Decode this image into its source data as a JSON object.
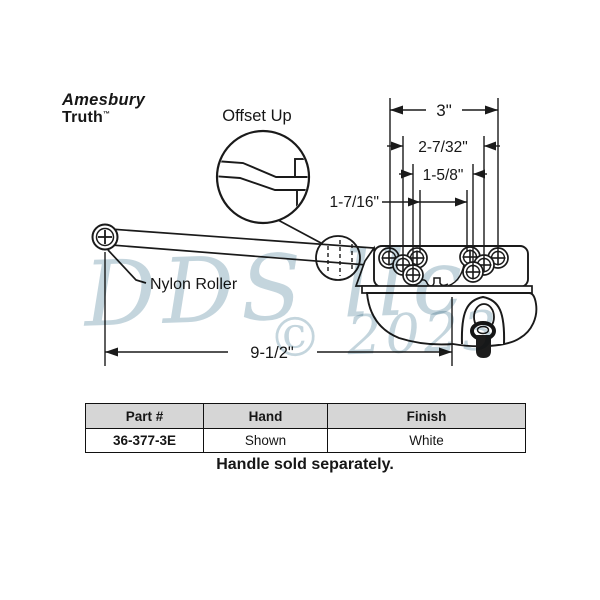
{
  "brand": {
    "name_line1": "Amesbury",
    "name_line2": "Truth",
    "trademark": "™"
  },
  "detail_callout": {
    "title": "Offset Up"
  },
  "labels": {
    "nylon_roller": "Nylon Roller"
  },
  "dimensions": {
    "width_3in": "3\"",
    "width_2_7_32": "2-7/32\"",
    "width_1_5_8": "1-5/8\"",
    "width_1_7_16": "1-7/16\"",
    "length_9_1_2": "9-1/2\""
  },
  "watermark": {
    "text1": "DDS llc",
    "text2": "© 2023",
    "color": "#94b2c1"
  },
  "table": {
    "headers": [
      "Part #",
      "Hand",
      "Finish"
    ],
    "rows": [
      [
        "36-377-3E",
        "Shown",
        "White"
      ]
    ],
    "header_bg": "#d6d6d6"
  },
  "note": "Handle sold separately.",
  "colors": {
    "line": "#1a1a1a",
    "background": "#ffffff"
  }
}
